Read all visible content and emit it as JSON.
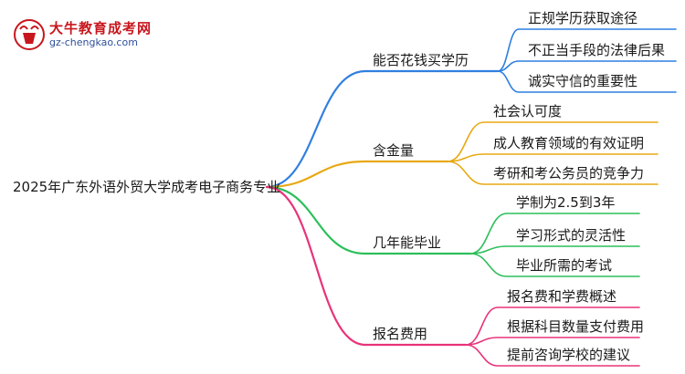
{
  "logo": {
    "title": "大牛教育成考网",
    "url": "gz-chengkao.com"
  },
  "root": {
    "label": "2025年广东外语外贸大学成考电子商务专业"
  },
  "branches": [
    {
      "label": "能否花钱买学历",
      "color": "#2f7fe0",
      "children": [
        "正规学历获取途径",
        "不正当手段的法律后果",
        "诚实守信的重要性"
      ]
    },
    {
      "label": "含金量",
      "color": "#e8a812",
      "children": [
        "社会认可度",
        "成人教育领域的有效证明",
        "考研和考公务员的竞争力"
      ]
    },
    {
      "label": "几年能毕业",
      "color": "#2cbf5a",
      "children": [
        "学制为2.5到3年",
        "学习形式的灵活性",
        "毕业所需的考试"
      ]
    },
    {
      "label": "报名费用",
      "color": "#e8337a",
      "children": [
        "报名费和学费概述",
        "根据科目数量支付费用",
        "提前咨询学校的建议"
      ]
    }
  ]
}
